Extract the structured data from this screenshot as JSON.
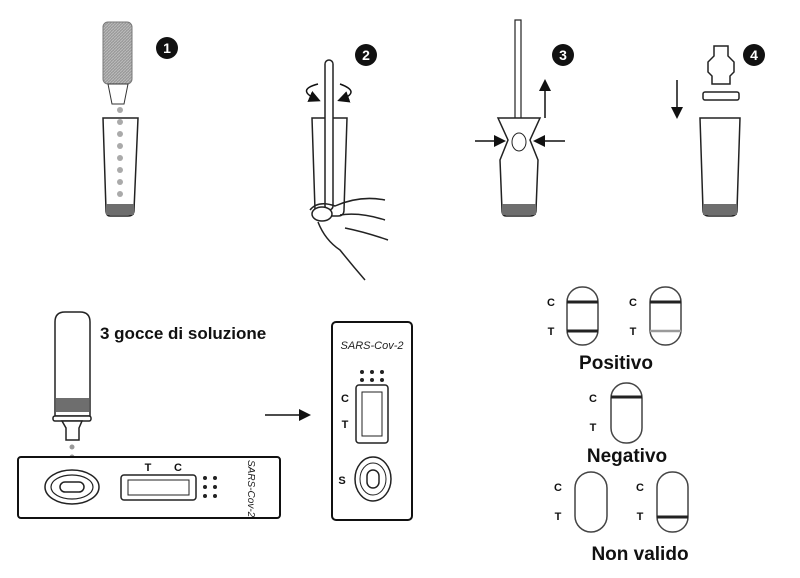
{
  "steps": [
    {
      "number": "1"
    },
    {
      "number": "2"
    },
    {
      "number": "3"
    },
    {
      "number": "4"
    }
  ],
  "drops_instruction": "3 gocce di soluzione",
  "cassette": {
    "brand": "SARS-Cov-2",
    "label_c": "C",
    "label_t": "T",
    "label_s": "S"
  },
  "results": {
    "positive_label": "Positivo",
    "negative_label": "Negativo",
    "invalid_label": "Non valido",
    "label_c": "C",
    "label_t": "T"
  },
  "colors": {
    "ink": "#111111",
    "liquid": "#6e6e6e",
    "faint_line": "#9a9a9a"
  }
}
